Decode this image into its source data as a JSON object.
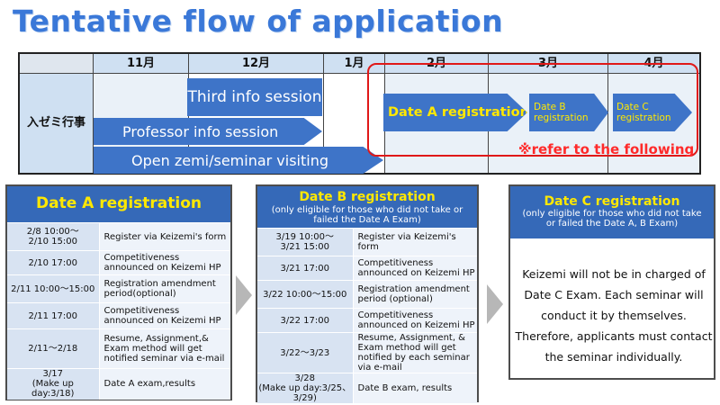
{
  "title": "Tentative flow of application",
  "timeline": {
    "months": [
      "11月",
      "12月",
      "1月",
      "2月",
      "3月",
      "4月"
    ],
    "row_label": "入ゼミ行事",
    "events": {
      "third_info": "Third info session",
      "professor_info": "Professor info session",
      "open_zemi": "Open zemi/seminar visiting",
      "date_a": "Date A registration",
      "date_b": "Date B registration",
      "date_c": "Date C registration"
    },
    "refer_note": "※refer to the following"
  },
  "date_a": {
    "heading": "Date A registration",
    "rows": [
      {
        "date": "2/8 10:00～\n2/10 15:00",
        "content": "Register via Keizemi's form"
      },
      {
        "date": "2/10 17:00",
        "content": "Competitiveness announced on Keizemi HP"
      },
      {
        "date": "2/11 10:00～15:00",
        "content": "Registration amendment period(optional)"
      },
      {
        "date": "2/11 17:00",
        "content": "Competitiveness announced on Keizemi  HP"
      },
      {
        "date": "2/11～2/18",
        "content": "Resume, Assignment,& Exam method will get notified seminar via e-mail"
      },
      {
        "date": "3/17\n(Make up\nday:3/18)",
        "content": "Date A exam,results"
      }
    ]
  },
  "date_b": {
    "heading": "Date B registration",
    "subheading": "(only eligible for those who did not take or failed the Date A Exam)",
    "rows": [
      {
        "date": "3/19 10:00～\n3/21 15:00",
        "content": "Register via Keizemi's form"
      },
      {
        "date": "3/21 17:00",
        "content": "Competitiveness announced on Keizemi HP"
      },
      {
        "date": "3/22 10:00～15:00",
        "content": "Registration amendment period (optional)"
      },
      {
        "date": "3/22 17:00",
        "content": "Competitiveness announced on Keizemi HP"
      },
      {
        "date": "3/22～3/23",
        "content": "Resume, Assignment, & Exam method will get notified by each seminar via e-mail"
      },
      {
        "date": "3/28\n(Make up day:3/25、\n3/29)",
        "content": "Date B exam, results"
      }
    ]
  },
  "date_c": {
    "heading": "Date C registration",
    "subheading": "(only eligible for those who did not take or failed the Date A, B Exam)",
    "body": "Keizemi will not be in charged of Date C Exam. Each seminar will conduct it by themselves. Therefore, applicants must contact the seminar individually."
  },
  "colors": {
    "title": "#3a78d8",
    "arrow": "#3e74c8",
    "header_band": "#3569b8",
    "heading_text": "#ffe800",
    "refer_red": "#ff2a2a"
  }
}
